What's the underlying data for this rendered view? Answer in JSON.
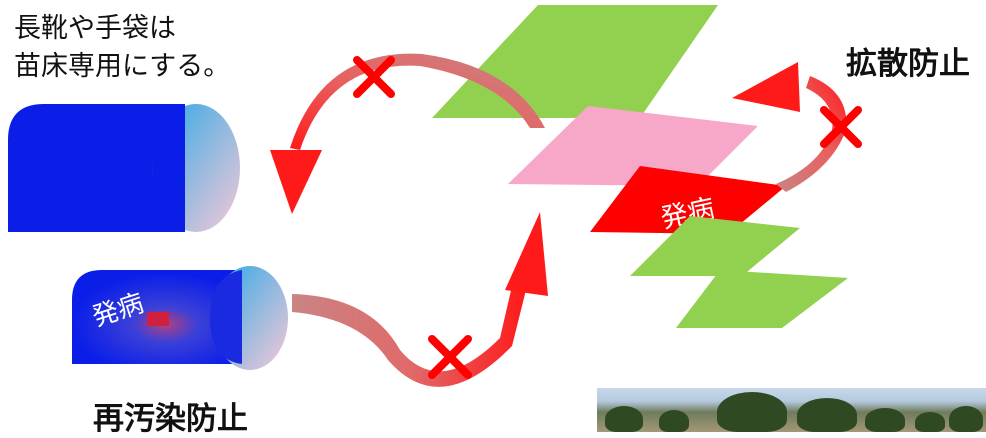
{
  "note_lines": [
    "長靴や手袋は",
    "苗床専用にする。"
  ],
  "title_right": "拡散防止",
  "title_bottom": "再汚染防止",
  "greenhouse_label": "発病",
  "field_label": "発病",
  "colors": {
    "greenhouse_blue": "#0a1ee8",
    "greenhouse_end": "#3fa6e0",
    "field_green": "#92d050",
    "field_pink": "#f7a7c8",
    "field_red": "#ff0000",
    "arrow_red": "#ff1a1a",
    "arrow_faded": "#c98484",
    "cross": "#ff0000"
  }
}
